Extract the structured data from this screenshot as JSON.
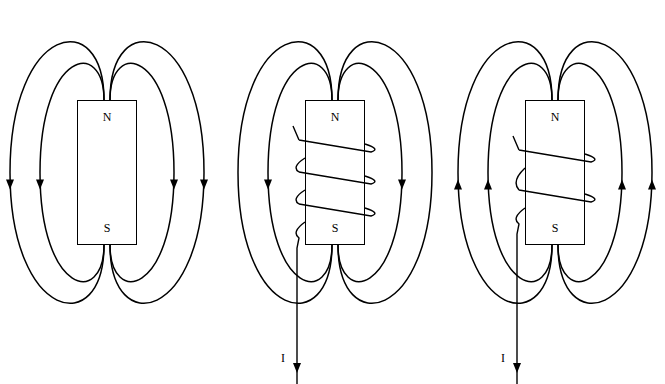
{
  "diagram": {
    "nodes": [
      {
        "text": [
          "N",
          "S"
        ]
      },
      {
        "text": [
          "N",
          "S"
        ]
      },
      {
        "text": [
          "N",
          "S"
        ]
      }
    ],
    "labels": [
      "I",
      "I"
    ]
  }
}
